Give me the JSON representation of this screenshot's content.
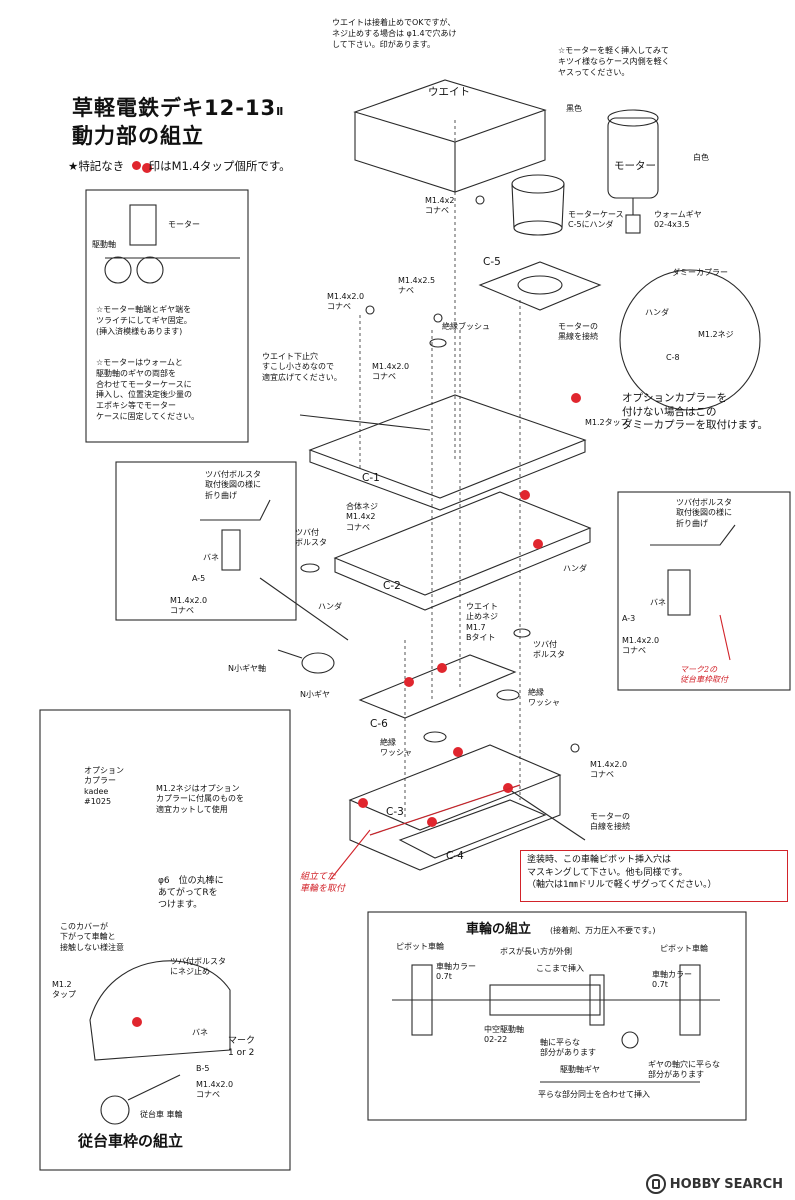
{
  "title": {
    "line1": "草軽電鉄デキ12-13",
    "sup": "Ⅱ",
    "line2": "動力部の組立"
  },
  "legend": {
    "star": "★",
    "text1": "特記なき",
    "text2": "印はM1.4タップ個所です。",
    "dot_color": "#e0262e"
  },
  "notes": {
    "weight_glue": [
      "ウエイトは接着止めでOKですが、",
      "ネジ止めする場合は φ1.4で穴あけ",
      "して下さい。印があります。"
    ],
    "motor_insert": [
      "☆モーターを軽く挿入してみて",
      "キツイ様ならケース内側を軽く",
      "ヤスってください。"
    ],
    "weight_label": "ウエイト",
    "kokuiro": "黒色",
    "hakuiro": "白色",
    "motor": "モーター",
    "motor_case": [
      "モーターケース",
      "C-5にハンダ"
    ],
    "worm_gear": [
      "ウォームギヤ",
      "02-4x3.5"
    ],
    "screw_m14x2": [
      "M1.4x2",
      "コナベ"
    ],
    "c5": "C-5",
    "screw_m14x25": [
      "M1.4x2.5",
      "ナベ"
    ],
    "dummy_coupler": "ダミーカプラー",
    "handa": "ハンダ",
    "m12_screw": "M1.2ネジ",
    "c8": "C-8",
    "screw_m14x20_top": [
      "M1.4x2.0",
      "コナベ"
    ],
    "insulated_bush": "絶縁ブッシュ",
    "motor_black_wire": [
      "モーターの",
      "黒線を接続"
    ],
    "weight_hole": [
      "ウエイト下止穴",
      "すこし小さめなので",
      "適宜広げてください。"
    ],
    "screw_m14x20_mid": [
      "M1.4x2.0",
      "コナベ"
    ],
    "option_coupler_note": [
      "オプションカプラーを",
      "付けない場合はこの",
      "ダミーカプラーを取付けます。"
    ],
    "m12_tap": "M1.2タップ",
    "c1": "C-1",
    "gattai_screw": [
      "合体ネジ",
      "M1.4x2",
      "コナベ"
    ],
    "c2": "C-2",
    "tsuba_bolster": [
      "ツバ付",
      "ボルスタ"
    ],
    "handa2": "ハンダ",
    "handa3": "ハンダ",
    "weight_screw": [
      "ウエイト",
      "止めネジ",
      "M1.7",
      "Bタイト"
    ],
    "tsuba_bolster2": [
      "ツバ付",
      "ボルスタ"
    ],
    "n_gear_shaft": "N小ギヤ軸",
    "n_gear": "N小ギヤ",
    "c6": "C-6",
    "insulated_washer_r": [
      "絶縁",
      "ワッシャ"
    ],
    "insulated_washer_l": [
      "絶縁",
      "ワッシャ"
    ],
    "screw_m14x20_low": [
      "M1.4x2.0",
      "コナベ"
    ],
    "c3": "C-3",
    "c4": "C-4",
    "motor_white_wire": [
      "モーターの",
      "白線を接続"
    ],
    "mark2_red": [
      "マーク2の",
      "従台車枠取付"
    ],
    "assemble_red": [
      "組立てた",
      "車輪を取付"
    ]
  },
  "box_motor": {
    "motor": "モーター",
    "drive_shaft": "駆動軸",
    "note1": [
      "☆モーター軸端とギヤ端を",
      "ツライチにしてギヤ固定。",
      "(挿入済模様もあります)"
    ],
    "note2": [
      "☆モーターはウォームと",
      "駆動軸のギヤの両部を",
      "合わせてモーターケースに",
      "挿入し、位置決定後少量の",
      "エポキシ等でモーター",
      "ケースに固定してください。"
    ]
  },
  "box_bolster_left": {
    "title": [
      "ツバ付ボルスタ",
      "取付後図の様に",
      "折り曲げ"
    ],
    "spring": "バネ",
    "part": "A-5",
    "screw": [
      "M1.4x2.0",
      "コナベ"
    ]
  },
  "box_bolster_right": {
    "title": [
      "ツバ付ボルスタ",
      "取付後図の様に",
      "折り曲げ"
    ],
    "spring": "バネ",
    "part": "A-3",
    "screw": [
      "M1.4x2.0",
      "コナベ"
    ]
  },
  "box_truck": {
    "title": "従台車枠の組立",
    "option_coupler": [
      "オプション",
      "カプラー",
      "kadee",
      "#1025"
    ],
    "m12_note": [
      "M1.2ネジはオプション",
      "カプラーに付属のものを",
      "適宜カットして使用"
    ],
    "rod_note": [
      "φ6　位の丸棒に",
      "あてがってRを",
      "つけます。"
    ],
    "cover_note": [
      "このカバーが",
      "下がって車輪と",
      "接触しない様注意"
    ],
    "bolster_screw": [
      "ツバ付ボルスタ",
      "にネジ止め"
    ],
    "m12_tap": [
      "M1.2",
      "タップ"
    ],
    "spring": "バネ",
    "mark": [
      "マーク",
      "1 or 2"
    ],
    "b5": "B-5",
    "screw": [
      "M1.4x2.0",
      "コナベ"
    ],
    "wheel": "従台車 車輪"
  },
  "box_wheel": {
    "title": "車輪の組立",
    "title_note": "(接着剤、万力圧入不要です。)",
    "pivot_l": "ピボット車輪",
    "pivot_r": "ピボット車輪",
    "boss": "ボスが長い方が外側",
    "press_in": "ここまで挿入",
    "collar_l": [
      "車軸カラー",
      "0.7t"
    ],
    "collar_r": [
      "車軸カラー",
      "0.7t"
    ],
    "hollow_shaft": [
      "中空駆動軸",
      "02-22"
    ],
    "flat_part": [
      "軸に平らな",
      "部分があります"
    ],
    "drive_gear": "駆動軸ギヤ",
    "gear_hole_flat": [
      "ギヤの軸穴に平らな",
      "部分があります"
    ],
    "bottom_note": "平らな部分同士を合わせて挿入"
  },
  "paint_note": {
    "lines": [
      "塗装時、この車輪ピボット挿入穴は",
      "マスキングして下さい。他も同様です。",
      "（軸穴は1㎜ドリルで軽くザグってください。）"
    ]
  },
  "watermark": {
    "brand1": "HOBBY",
    "brand2": "SEARCH"
  }
}
